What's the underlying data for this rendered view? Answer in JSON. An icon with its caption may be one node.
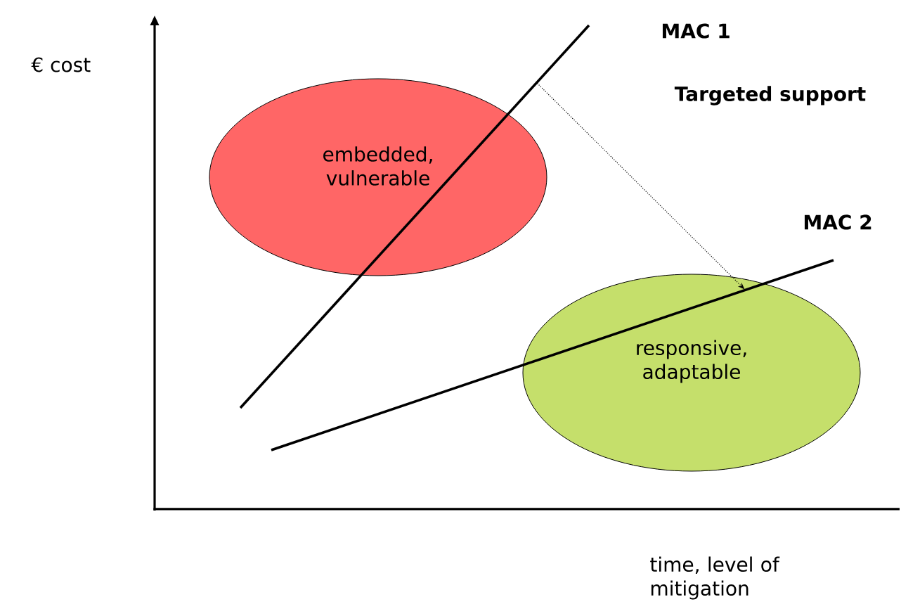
{
  "diagram": {
    "nodes": [
      {
        "text": [
          "embedded, vulnerable"
        ]
      },
      {
        "text": [
          "responsive, adaptable"
        ]
      },
      {
        "text": [],
        "shape": "line"
      },
      {
        "text": [],
        "shape": "line"
      }
    ],
    "edges": [
      {
        "from": 2,
        "to": 3,
        "arrow": "to",
        "style": "dashed",
        "label": "Targeted support"
      }
    ],
    "labels": [
      "€ cost",
      "MAC 1",
      "MAC 2",
      "time, level of mitigation"
    ]
  }
}
